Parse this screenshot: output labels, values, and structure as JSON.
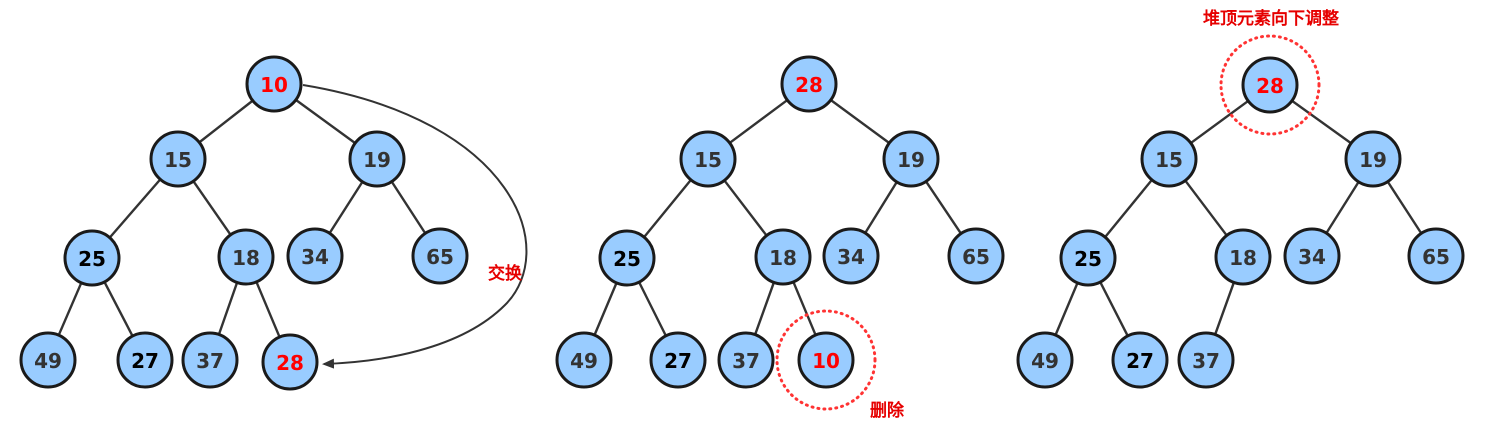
{
  "colors": {
    "node_fill": "#99ccff",
    "node_stroke": "#1a1a1a",
    "highlight_text": "#ff0000",
    "annotation": "#e60000"
  },
  "diagrams": [
    {
      "nodes": [
        {
          "id": "a",
          "label": "10",
          "style": "red"
        },
        {
          "id": "b",
          "label": "15"
        },
        {
          "id": "c",
          "label": "19"
        },
        {
          "id": "d",
          "label": "25",
          "style": "bold"
        },
        {
          "id": "e",
          "label": "18"
        },
        {
          "id": "f",
          "label": "34"
        },
        {
          "id": "g",
          "label": "65"
        },
        {
          "id": "h",
          "label": "49"
        },
        {
          "id": "i",
          "label": "27",
          "style": "bold"
        },
        {
          "id": "j",
          "label": "37"
        },
        {
          "id": "k",
          "label": "28",
          "style": "red"
        }
      ],
      "edges": [
        [
          "a",
          "b"
        ],
        [
          "a",
          "c"
        ],
        [
          "b",
          "d"
        ],
        [
          "b",
          "e"
        ],
        [
          "c",
          "f"
        ],
        [
          "c",
          "g"
        ],
        [
          "d",
          "h"
        ],
        [
          "d",
          "i"
        ],
        [
          "e",
          "j"
        ],
        [
          "e",
          "k"
        ]
      ],
      "annotation": "交换"
    },
    {
      "nodes": [
        {
          "id": "a",
          "label": "28",
          "style": "red"
        },
        {
          "id": "b",
          "label": "15"
        },
        {
          "id": "c",
          "label": "19"
        },
        {
          "id": "d",
          "label": "25",
          "style": "bold"
        },
        {
          "id": "e",
          "label": "18"
        },
        {
          "id": "f",
          "label": "34"
        },
        {
          "id": "g",
          "label": "65"
        },
        {
          "id": "h",
          "label": "49"
        },
        {
          "id": "i",
          "label": "27",
          "style": "bold"
        },
        {
          "id": "j",
          "label": "37"
        },
        {
          "id": "k",
          "label": "10",
          "style": "red"
        }
      ],
      "edges": [
        [
          "a",
          "b"
        ],
        [
          "a",
          "c"
        ],
        [
          "b",
          "d"
        ],
        [
          "b",
          "e"
        ],
        [
          "c",
          "f"
        ],
        [
          "c",
          "g"
        ],
        [
          "d",
          "h"
        ],
        [
          "d",
          "i"
        ],
        [
          "e",
          "j"
        ],
        [
          "e",
          "k"
        ]
      ],
      "annotation": "删除"
    },
    {
      "nodes": [
        {
          "id": "a",
          "label": "28",
          "style": "red"
        },
        {
          "id": "b",
          "label": "15"
        },
        {
          "id": "c",
          "label": "19"
        },
        {
          "id": "d",
          "label": "25",
          "style": "bold"
        },
        {
          "id": "e",
          "label": "18"
        },
        {
          "id": "f",
          "label": "34"
        },
        {
          "id": "g",
          "label": "65"
        },
        {
          "id": "h",
          "label": "49"
        },
        {
          "id": "i",
          "label": "27",
          "style": "bold"
        },
        {
          "id": "j",
          "label": "37"
        }
      ],
      "edges": [
        [
          "a",
          "b"
        ],
        [
          "a",
          "c"
        ],
        [
          "b",
          "d"
        ],
        [
          "b",
          "e"
        ],
        [
          "c",
          "f"
        ],
        [
          "c",
          "g"
        ],
        [
          "d",
          "h"
        ],
        [
          "d",
          "i"
        ],
        [
          "e",
          "j"
        ]
      ],
      "annotation": "堆顶元素向下调整"
    }
  ]
}
